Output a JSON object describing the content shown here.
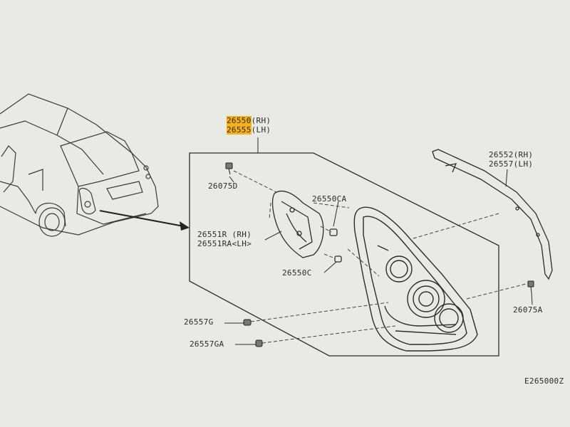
{
  "diagram": {
    "main_part": {
      "rh_number": "26550",
      "rh_suffix": "(RH)",
      "lh_number": "26555",
      "lh_suffix": "(LH)"
    },
    "labels": {
      "screw_top": "26075D",
      "bulb_upper": "26550CA",
      "socket_rh": "26551R (RH)",
      "socket_lh": "26551RA<LH>",
      "bulb_lower": "26550C",
      "gasket_rh": "26552(RH)",
      "gasket_lh": "26557(LH)",
      "screw_right": "26075A",
      "grommet_g": "26557G",
      "grommet_ga": "26557GA",
      "drawing_id": "E265000Z"
    },
    "highlight_color": "#f3b21d"
  }
}
